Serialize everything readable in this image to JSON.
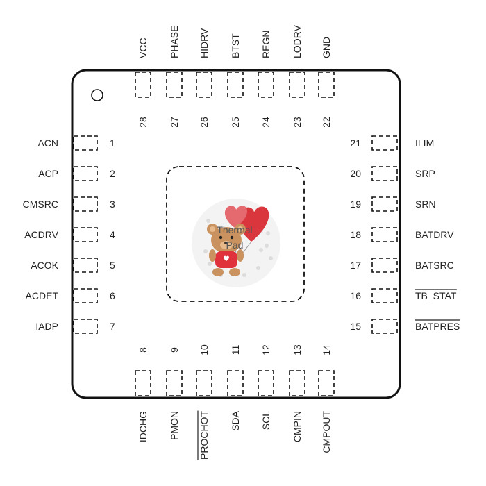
{
  "package": {
    "thermal_pad_label_line1": "Thermal",
    "thermal_pad_label_line2": "Pad"
  },
  "pins": {
    "left": [
      {
        "num": "1",
        "name": "ACN",
        "overbar": false
      },
      {
        "num": "2",
        "name": "ACP",
        "overbar": false
      },
      {
        "num": "3",
        "name": "CMSRC",
        "overbar": false
      },
      {
        "num": "4",
        "name": "ACDRV",
        "overbar": false
      },
      {
        "num": "5",
        "name": "ACOK",
        "overbar": false
      },
      {
        "num": "6",
        "name": "ACDET",
        "overbar": false
      },
      {
        "num": "7",
        "name": "IADP",
        "overbar": false
      }
    ],
    "bottom": [
      {
        "num": "8",
        "name": "IDCHG",
        "overbar": false
      },
      {
        "num": "9",
        "name": "PMON",
        "overbar": false
      },
      {
        "num": "10",
        "name": "PROCHOT",
        "overbar": true
      },
      {
        "num": "11",
        "name": "SDA",
        "overbar": false
      },
      {
        "num": "12",
        "name": "SCL",
        "overbar": false
      },
      {
        "num": "13",
        "name": "CMPIN",
        "overbar": false
      },
      {
        "num": "14",
        "name": "CMPOUT",
        "overbar": false
      }
    ],
    "right": [
      {
        "num": "15",
        "name": "BATPRES",
        "overbar": true
      },
      {
        "num": "16",
        "name": "TB_STAT",
        "overbar": true
      },
      {
        "num": "17",
        "name": "BATSRC",
        "overbar": false
      },
      {
        "num": "18",
        "name": "BATDRV",
        "overbar": false
      },
      {
        "num": "19",
        "name": "SRN",
        "overbar": false
      },
      {
        "num": "20",
        "name": "SRP",
        "overbar": false
      },
      {
        "num": "21",
        "name": "ILIM",
        "overbar": false
      }
    ],
    "top": [
      {
        "num": "22",
        "name": "GND",
        "overbar": false
      },
      {
        "num": "23",
        "name": "LODRV",
        "overbar": false
      },
      {
        "num": "24",
        "name": "REGN",
        "overbar": false
      },
      {
        "num": "25",
        "name": "BTST",
        "overbar": false
      },
      {
        "num": "26",
        "name": "HIDRV",
        "overbar": false
      },
      {
        "num": "27",
        "name": "PHASE",
        "overbar": false
      },
      {
        "num": "28",
        "name": "VCC",
        "overbar": false
      }
    ]
  },
  "colors": {
    "outline": "#111111",
    "text": "#222222",
    "heart": "#d9363e",
    "bear": "#c9925e",
    "bear_shirt": "#e0323c"
  }
}
